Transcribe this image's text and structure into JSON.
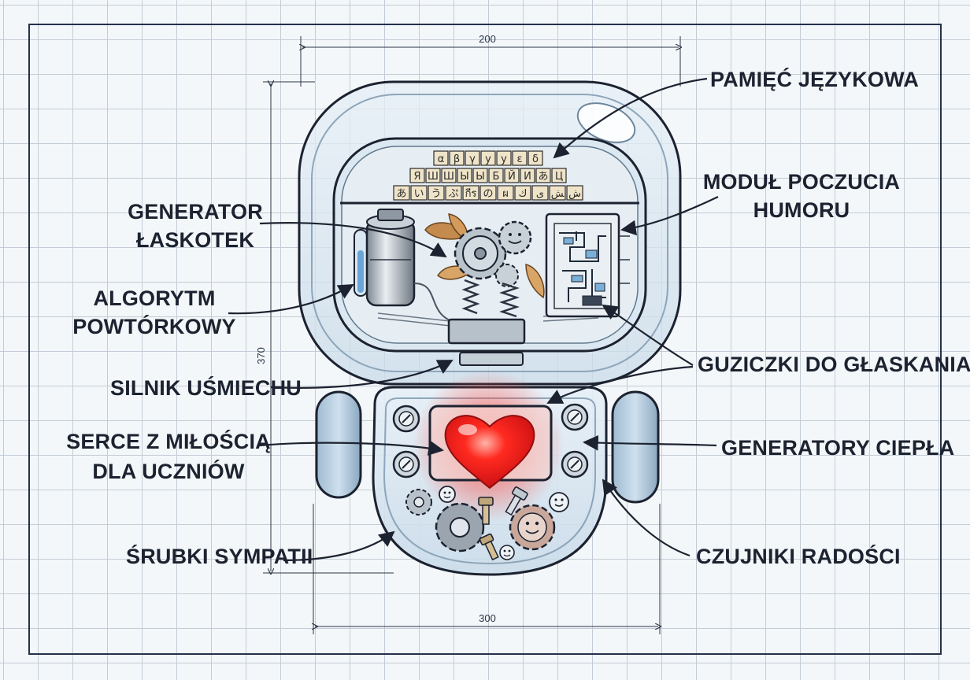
{
  "dimensions": {
    "top_width": "200",
    "height": "370",
    "bottom_width": "300"
  },
  "labels": {
    "pamiec": "PAMIĘĆ JĘZYKOWA",
    "humor_1": "MODUŁ POCZUCIA",
    "humor_2": "HUMORU",
    "generator_1": "GENERATOR",
    "generator_2": "ŁASKOTEK",
    "algorytm_1": "ALGORYTM",
    "algorytm_2": "POWTÓRKOWY",
    "guziczki": "GUZICZKI DO GŁASKANIA",
    "silnik": "SILNIK UŚMIECHU",
    "serce_1": "SERCE Z MIŁOŚCIĄ",
    "serce_2": "DLA UCZNIÓW",
    "generatory": "GENERATORY CIEPŁA",
    "srubki": "ŚRUBKI SYMPATII",
    "czujniki": "CZUJNIKI RADOŚCI"
  },
  "alphabet_rows": [
    [
      "α",
      "β",
      "γ",
      "у",
      "у",
      "ε",
      "δ"
    ],
    [
      "Я",
      "Ш",
      "Ш",
      "Ы",
      "Ы",
      "Б",
      "Й",
      "И",
      "あ",
      "Ц"
    ],
    [
      "あ",
      "い",
      "う",
      "ぷ",
      "กีร",
      "の",
      "ผ",
      "ك",
      "ی",
      "ﺶ",
      "ﺵ"
    ]
  ],
  "colors": {
    "ink": "#1c2230",
    "glass": "#cfe0ee",
    "heart": "#e8191c",
    "grid": "#c3ccd6"
  }
}
